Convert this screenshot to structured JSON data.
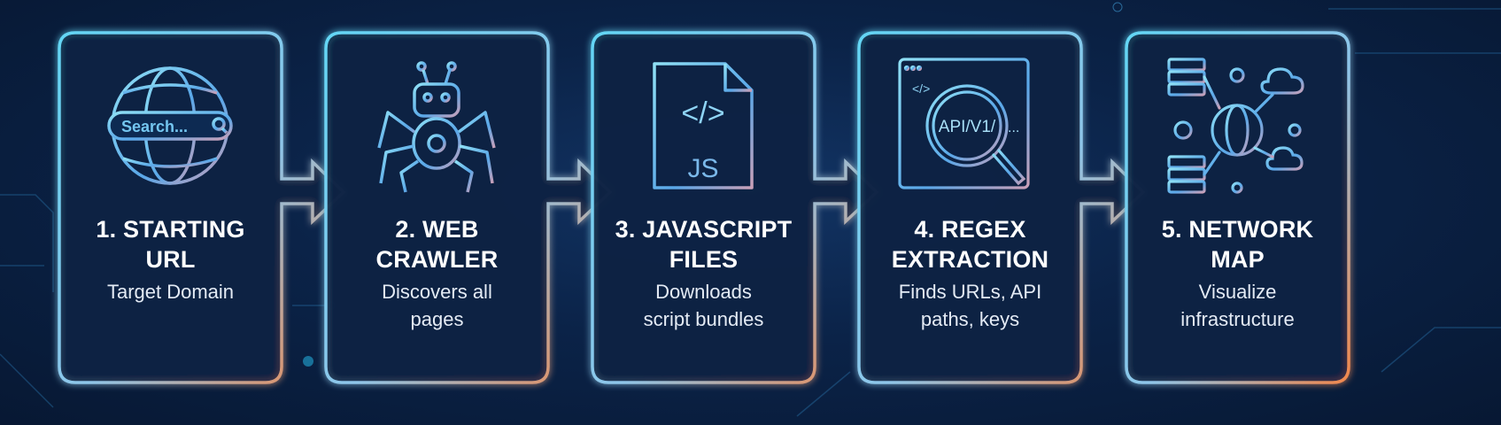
{
  "steps": [
    {
      "title_line1": "1. STARTING",
      "title_line2": "URL",
      "subtitle_line1": "Target Domain",
      "subtitle_line2": "",
      "icon": "globe-search-icon",
      "icon_text": "Search..."
    },
    {
      "title_line1": "2. WEB",
      "title_line2": "CRAWLER",
      "subtitle_line1": "Discovers all",
      "subtitle_line2": "pages",
      "icon": "robot-spider-icon"
    },
    {
      "title_line1": "3. JAVASCRIPT",
      "title_line2": "FILES",
      "subtitle_line1": "Downloads",
      "subtitle_line2": "script bundles",
      "icon": "js-file-icon",
      "icon_text": "JS",
      "icon_code": "</>"
    },
    {
      "title_line1": "4. REGEX",
      "title_line2": "EXTRACTION",
      "subtitle_line1": "Finds URLs, API",
      "subtitle_line2": "paths, keys",
      "icon": "code-magnifier-icon",
      "icon_text": "API/V1/",
      "icon_code": "</>"
    },
    {
      "title_line1": "5. NETWORK",
      "title_line2": "MAP",
      "subtitle_line1": "Visualize",
      "subtitle_line2": "infrastructure",
      "icon": "network-map-icon"
    }
  ],
  "colors": {
    "background": "#0b2348",
    "stroke_start": "#5fd3f3",
    "stroke_end": "#f08a50",
    "text": "#ffffff"
  }
}
